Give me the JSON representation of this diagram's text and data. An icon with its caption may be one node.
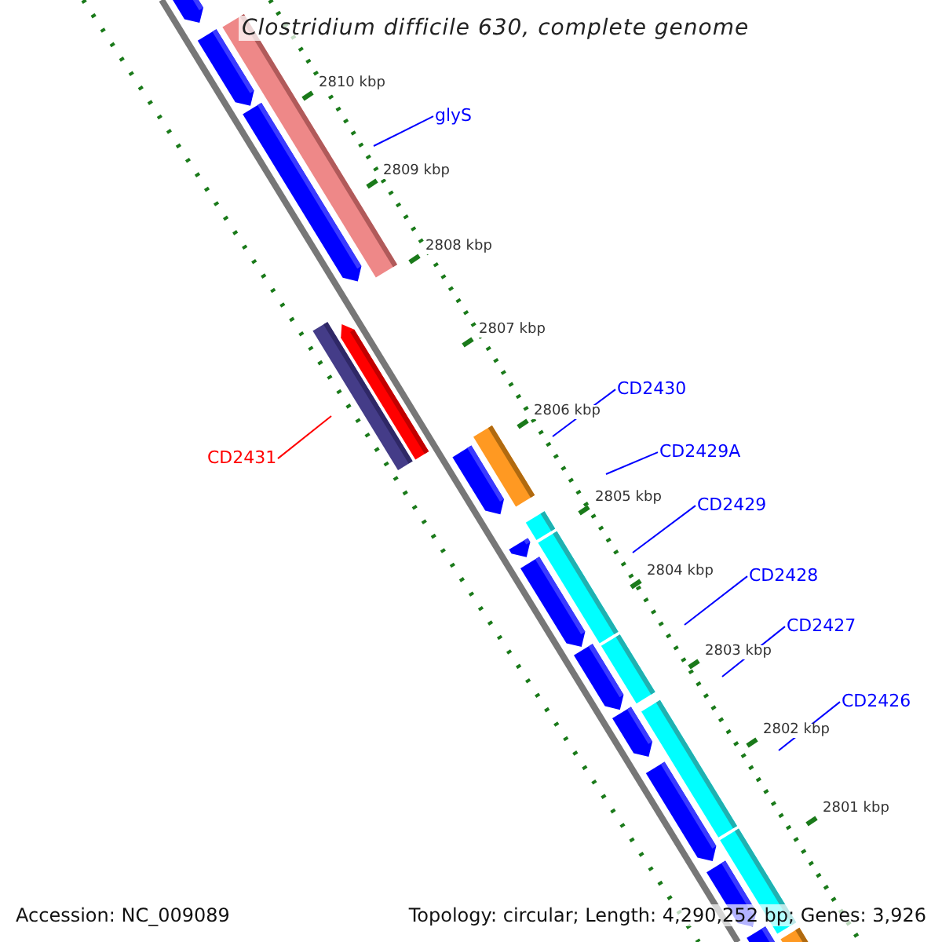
{
  "diagram": {
    "title": "Clostridium difficile 630, complete genome",
    "nodes": [
      {
        "text": [
          "glyS"
        ]
      },
      {
        "text": [
          "CD2431"
        ]
      },
      {
        "text": [
          "CD2430"
        ]
      },
      {
        "text": [
          "CD2429A"
        ]
      },
      {
        "text": [
          "CD2429"
        ]
      },
      {
        "text": [
          "CD2428"
        ]
      },
      {
        "text": [
          "CD2427"
        ]
      },
      {
        "text": [
          "CD2426"
        ]
      }
    ],
    "edges": [
      {
        "from": 0,
        "to": null,
        "arrow": "none"
      },
      {
        "from": 1,
        "to": null,
        "arrow": "none",
        "color": "#ff0000"
      },
      {
        "from": 2,
        "to": null,
        "arrow": "none"
      },
      {
        "from": 3,
        "to": null,
        "arrow": "none"
      },
      {
        "from": 4,
        "to": null,
        "arrow": "none"
      },
      {
        "from": 5,
        "to": null,
        "arrow": "none"
      },
      {
        "from": 6,
        "to": null,
        "arrow": "none"
      },
      {
        "from": 7,
        "to": null,
        "arrow": "none"
      }
    ],
    "labels": [
      "2810 kbp",
      "2809 kbp",
      "2808 kbp",
      "2807 kbp",
      "2806 kbp",
      "2805 kbp",
      "2804 kbp",
      "2803 kbp",
      "2802 kbp",
      "2801 kbp",
      "Accession: NC_009089",
      "Topology: circular; Length: 4,290,252 bp; Genes: 3,926"
    ]
  }
}
